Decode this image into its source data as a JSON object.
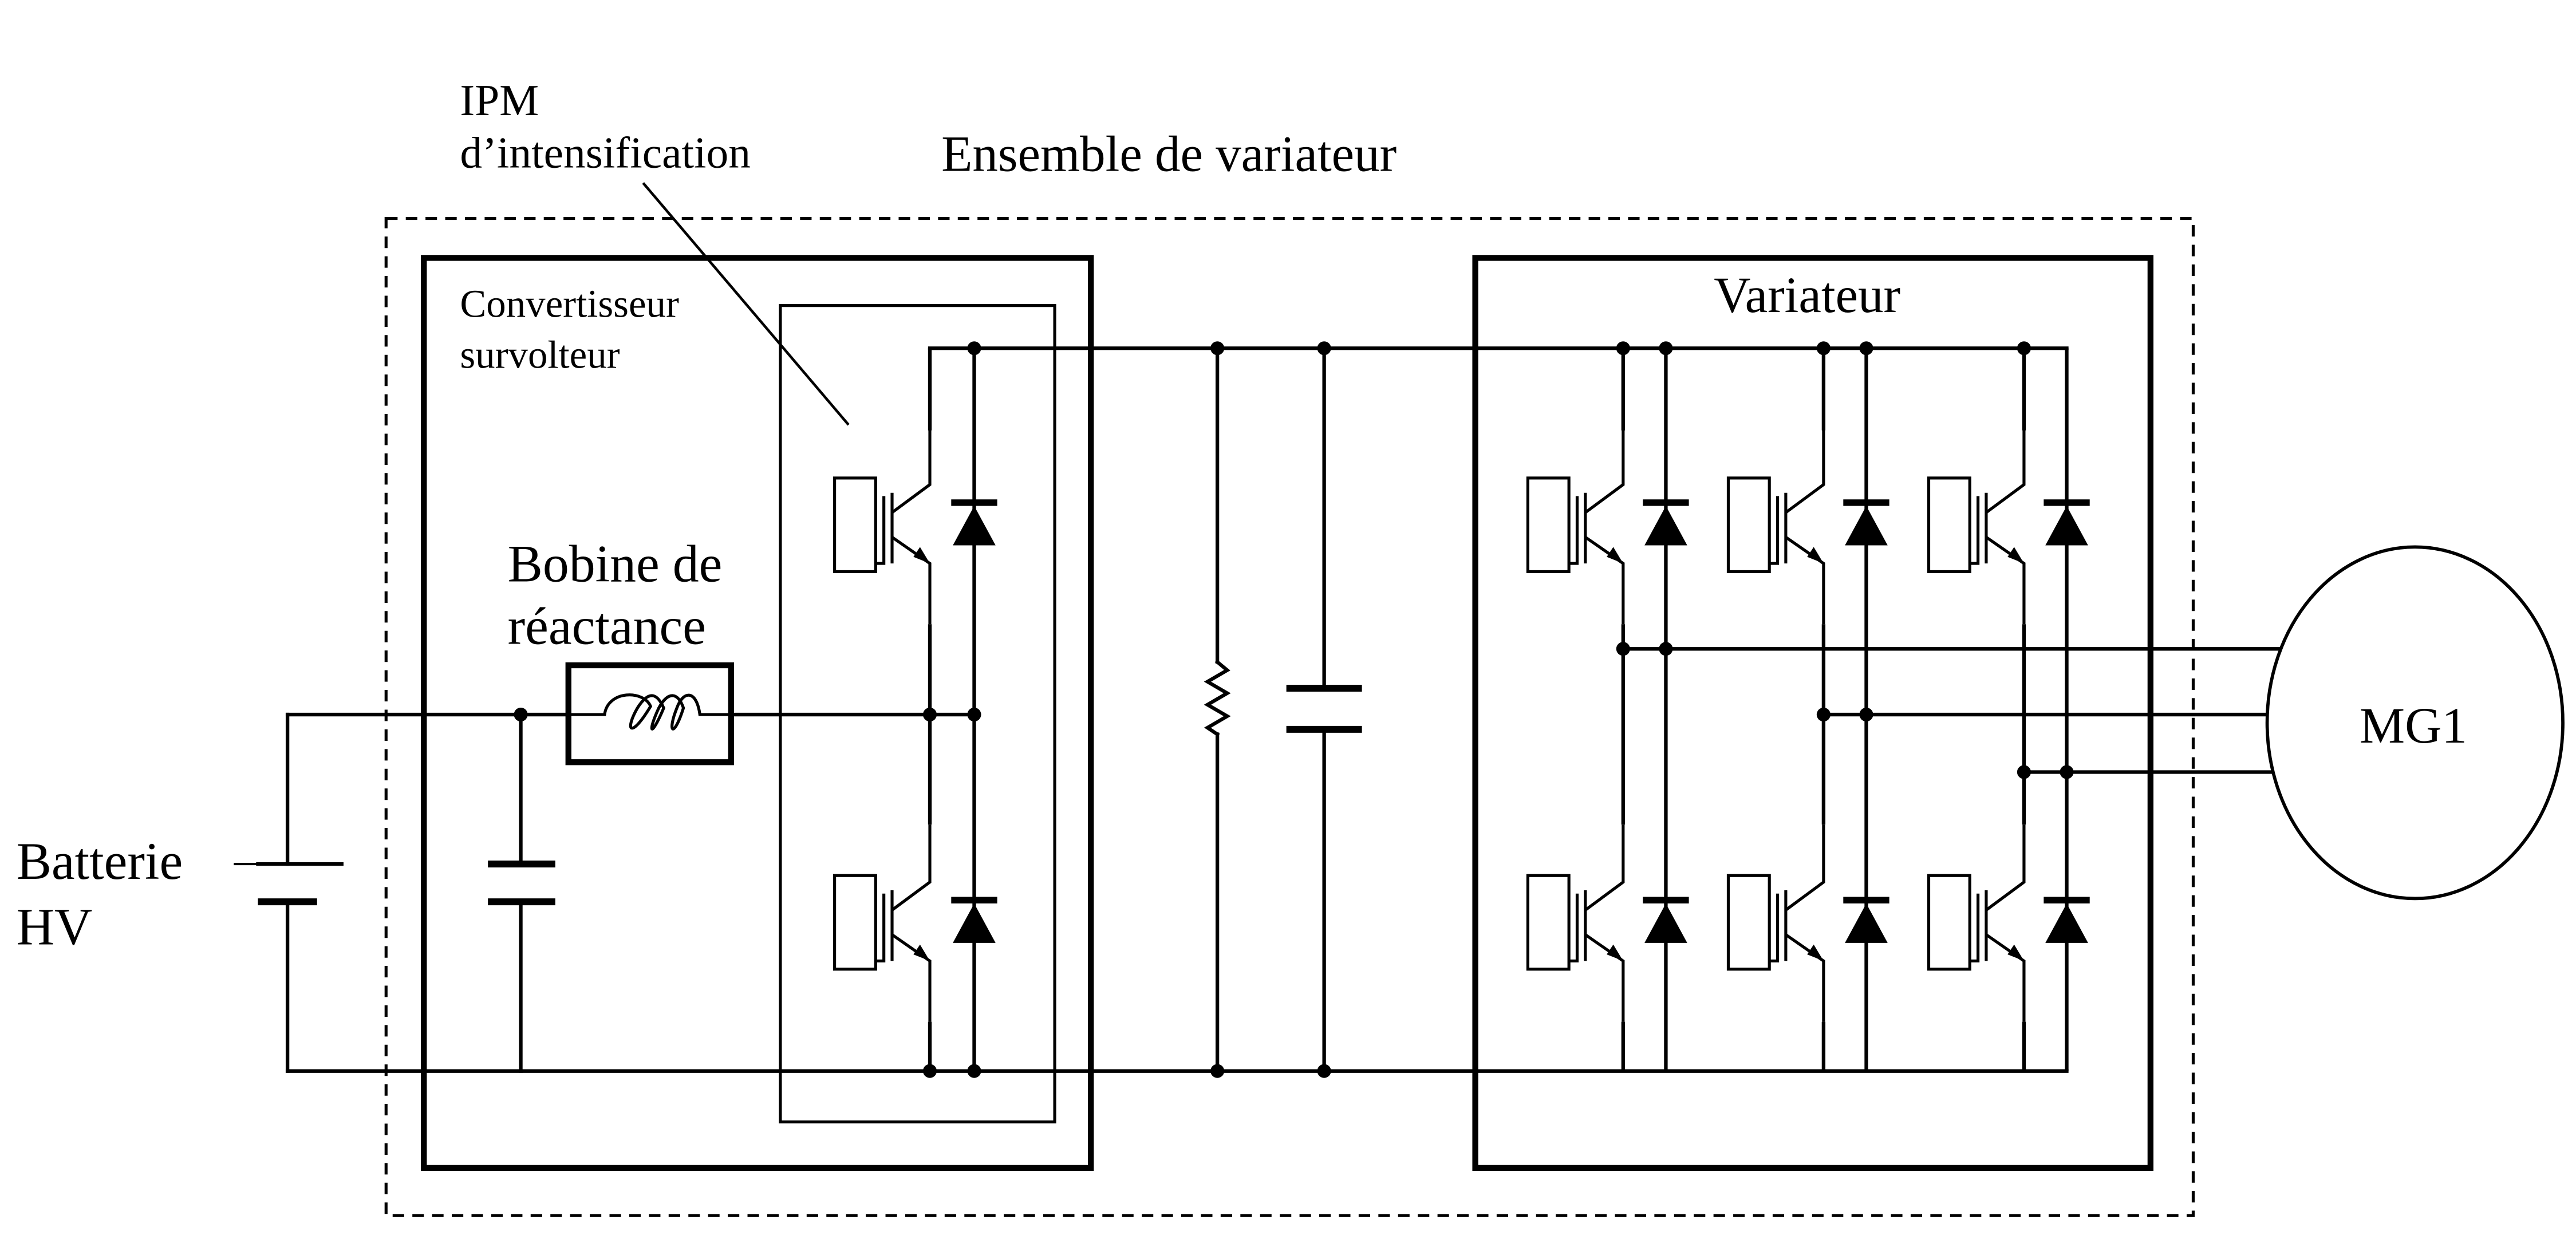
{
  "labels": {
    "ipm_line1": "IPM",
    "ipm_line2": "d’intensification",
    "ensemble": "Ensemble de variateur",
    "convertisseur_line1": "Convertisseur",
    "convertisseur_line2": "survolteur",
    "bobine_line1": "Bobine de",
    "bobine_line2": "réactance",
    "variateur": "Variateur",
    "batterie_line1": "Batterie",
    "batterie_line2": "HV",
    "motor": "MG1"
  },
  "components": {
    "battery": "HV battery",
    "input_capacitor": "filter capacitor",
    "reactor": "boost inductor",
    "boost_switches": [
      "upper IGBT + diode",
      "lower IGBT + diode"
    ],
    "dc_link": [
      "discharge resistor",
      "smoothing capacitor"
    ],
    "inverter_legs": [
      "phase U",
      "phase V",
      "phase W"
    ],
    "motor": "MG1"
  },
  "colors": {
    "line": "#000000",
    "background": "#ffffff"
  }
}
